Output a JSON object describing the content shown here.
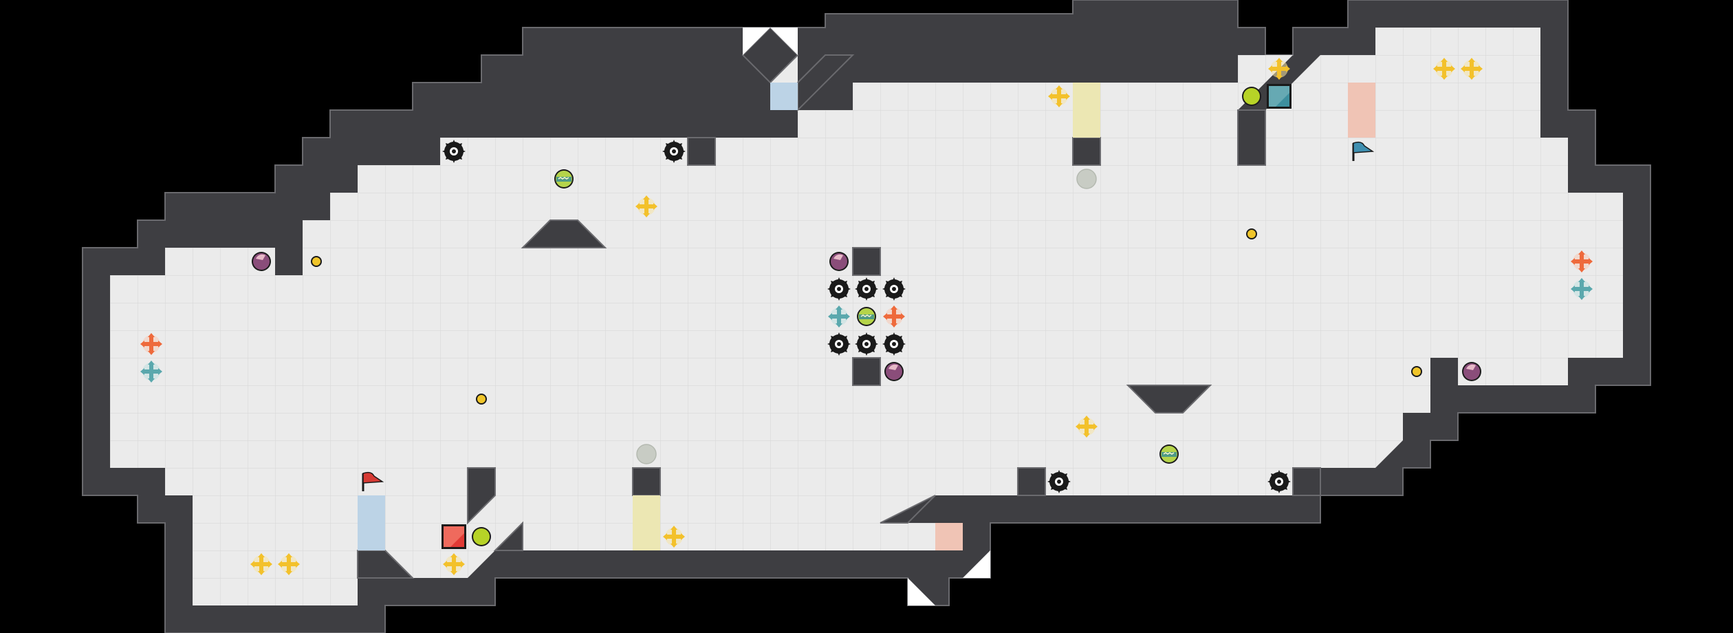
{
  "level": {
    "colors": {
      "background": "#000000",
      "wall": "#3e3e42",
      "floor": "#ebebeb",
      "grid_line": "#d8d8d8",
      "wall_edge": "#6a6a6e"
    },
    "players": [
      {
        "name": "red-player",
        "color": "#e03a35"
      },
      {
        "name": "teal-player",
        "color": "#3d8f9e"
      }
    ],
    "flags": [
      {
        "name": "red-flag",
        "color": "#d63a34"
      },
      {
        "name": "blue-flag",
        "color": "#3f8fb0"
      }
    ],
    "tile_colors": {
      "blue": "#bcd3e6",
      "yellow": "#ece7b3",
      "pink": "#f0c4b5"
    },
    "pickup_colors": {
      "yellow_plus": "#f3c12b",
      "orange_plus": "#ee6a3c",
      "teal_plus": "#5aa8ad",
      "gem": "#8a4d7a",
      "orb": "#b7d327",
      "coin": "#f0c52a",
      "ghost": "#c8ccc4",
      "spike": "#1a1a1a"
    },
    "icons": {
      "spike": "spiked-mine-icon",
      "yellow_plus": "yellow-plus-powerup-icon",
      "orange_plus": "orange-plus-powerup-icon",
      "teal_plus": "teal-plus-powerup-icon",
      "gem": "purple-gem-icon",
      "ball": "striped-green-ball-icon",
      "orb": "lime-orb-icon",
      "coin": "gold-coin-icon",
      "ghost": "ghost-circle-icon",
      "flag": "flag-icon"
    }
  }
}
